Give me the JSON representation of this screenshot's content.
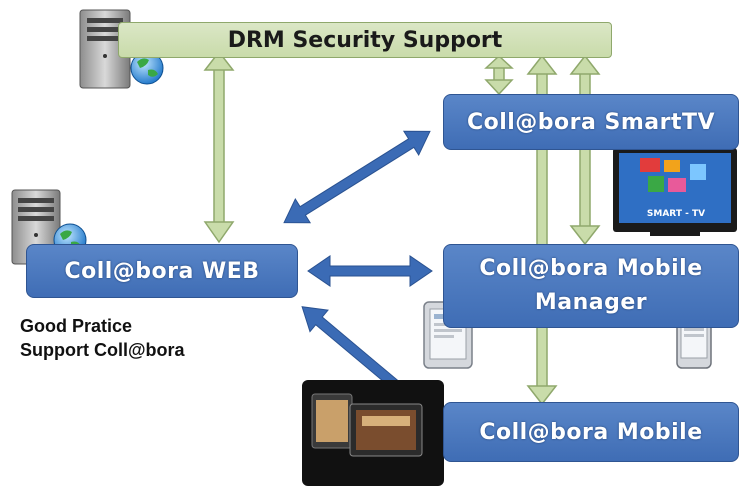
{
  "drm_bar": {
    "label": "DRM Security Support"
  },
  "boxes": {
    "web": "Coll@bora WEB",
    "smarttv": "Coll@bora SmartTV",
    "manager_line1": "Coll@bora Mobile",
    "manager_line2": "Manager",
    "mobile": "Coll@bora Mobile"
  },
  "tv_screen_label": "SMART - TV",
  "note": {
    "line1": "Good Pratice",
    "line2": "Support Coll@bora"
  },
  "colors": {
    "box_blue": "#4a78c0",
    "drm_green": "#d3e3b8",
    "arrow_green": "#c9dcaa",
    "arrow_blue": "#3b6bb5"
  },
  "icons": [
    "server-icon",
    "globe-icon",
    "smart-tv-icon",
    "tablet-icon",
    "phone-icon",
    "tablets-photo"
  ]
}
